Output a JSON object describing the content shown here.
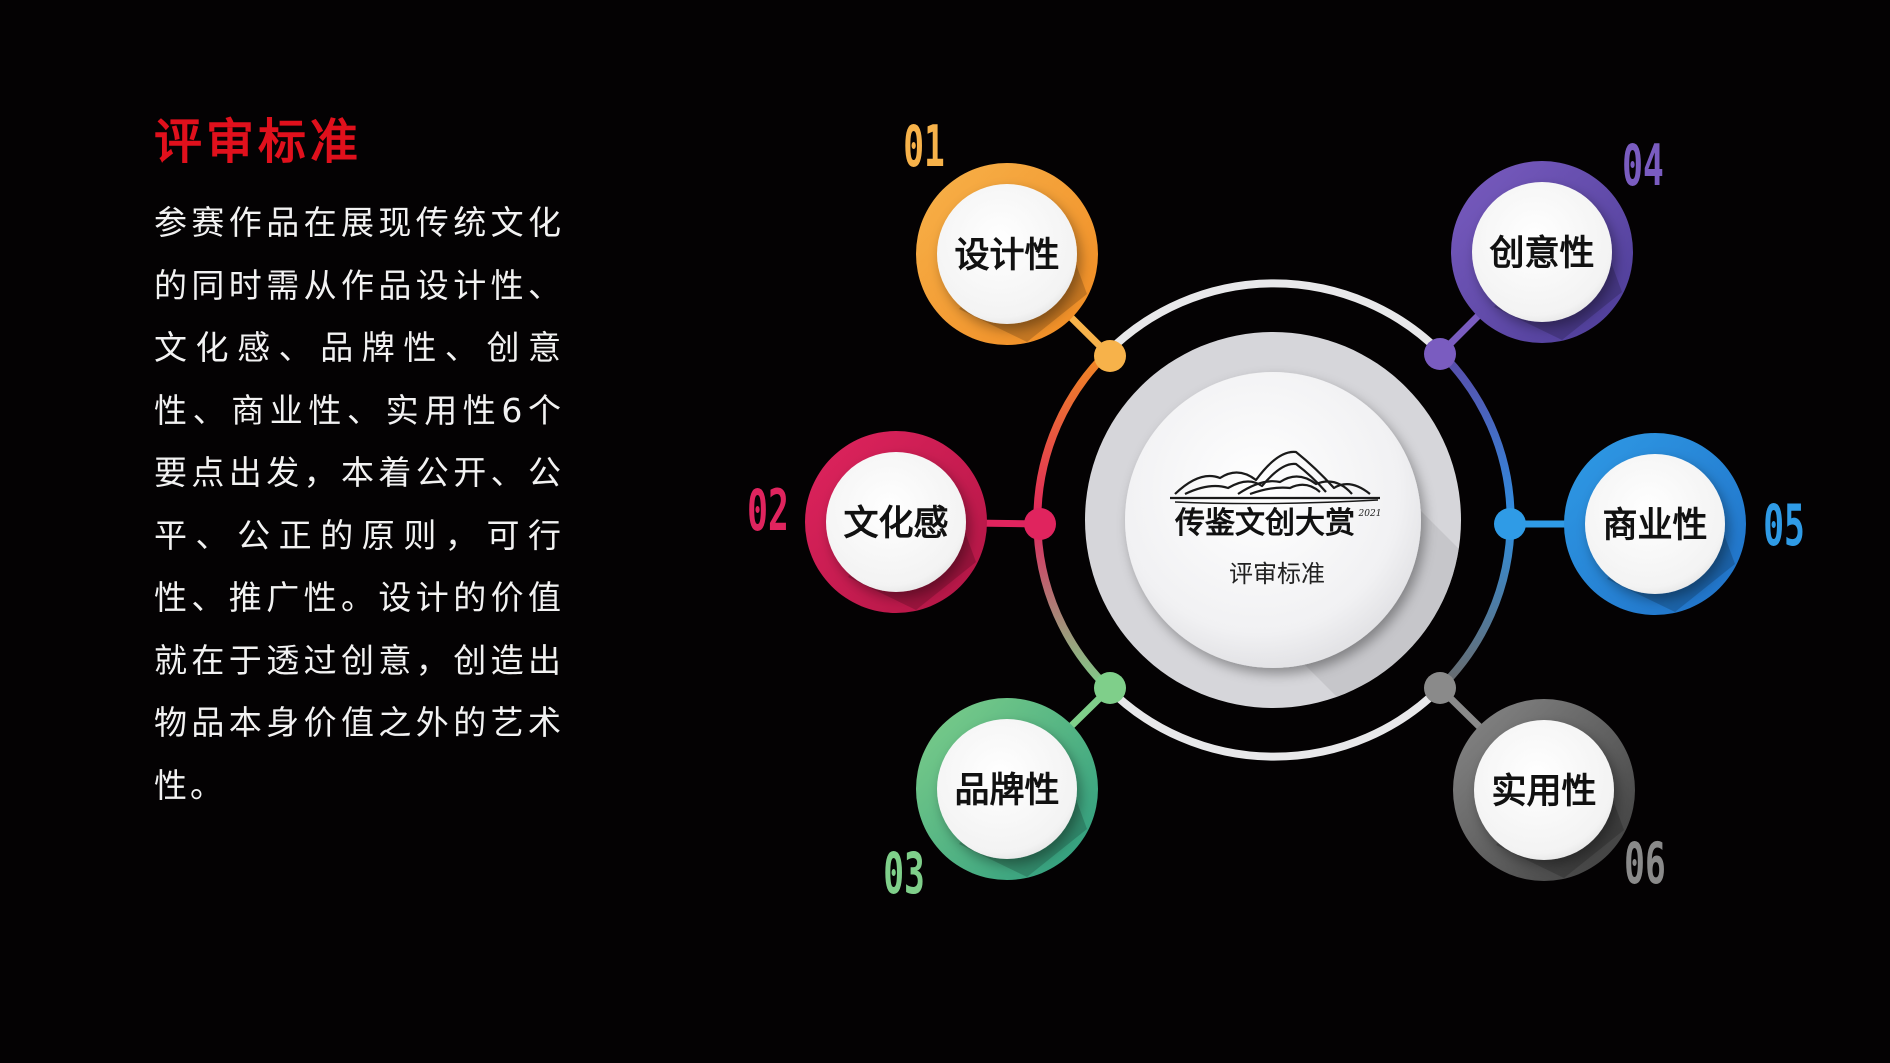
{
  "heading": "评审标准",
  "description": "参赛作品在展现传统文化的同时需从作品设计性、文化感、品牌性、创意性、商业性、实用性6个要点出发，本着公开、公平、公正的原则，可行性、推广性。设计的价值就在于透过创意，创造出物品本身价值之外的艺术性。",
  "center": {
    "brand": "传鉴文创大赏",
    "year": "2021",
    "subtitle": "评审标准",
    "logo_icon": "mountain-logo-icon"
  },
  "nodes": [
    {
      "number": "01",
      "label": "设计性",
      "color": "#f08a22",
      "color_light": "#f7b24a"
    },
    {
      "number": "02",
      "label": "文化感",
      "color": "#b01544",
      "color_light": "#e0245e"
    },
    {
      "number": "03",
      "label": "品牌性",
      "color": "#2a9a7e",
      "color_light": "#7fcf8a"
    },
    {
      "number": "04",
      "label": "创意性",
      "color": "#4b3c96",
      "color_light": "#7a5cc0"
    },
    {
      "number": "05",
      "label": "商业性",
      "color": "#1f6fc6",
      "color_light": "#2f9be6"
    },
    {
      "number": "06",
      "label": "实用性",
      "color": "#3a3a3a",
      "color_light": "#8a8a8a"
    }
  ]
}
